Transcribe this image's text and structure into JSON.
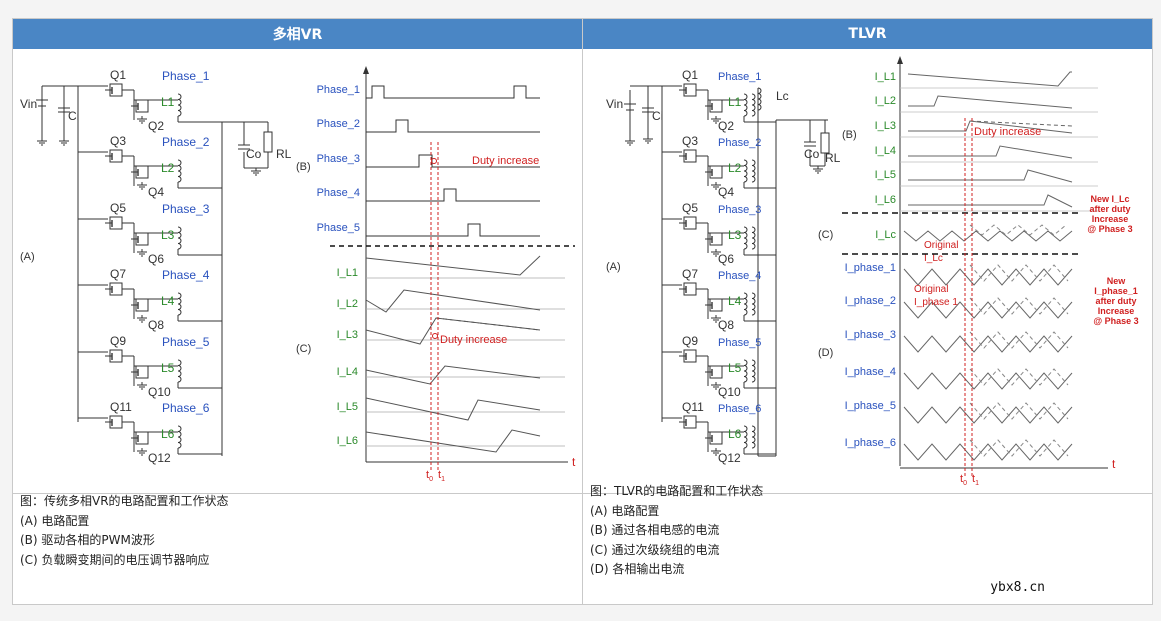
{
  "headers": {
    "left": "多相VR",
    "right": "TLVR"
  },
  "left": {
    "labels": {
      "A": "(A)",
      "B": "(B)",
      "C": "(C)",
      "vin": "Vin",
      "ci": "Ci",
      "co": "Co",
      "rl": "RL"
    },
    "phases": [
      {
        "name": "Phase_1",
        "qa": "Q1",
        "qb": "Q2",
        "l": "L1"
      },
      {
        "name": "Phase_2",
        "qa": "Q3",
        "qb": "Q4",
        "l": "L2"
      },
      {
        "name": "Phase_3",
        "qa": "Q5",
        "qb": "Q6",
        "l": "L3"
      },
      {
        "name": "Phase_4",
        "qa": "Q7",
        "qb": "Q8",
        "l": "L4"
      },
      {
        "name": "Phase_5",
        "qa": "Q9",
        "qb": "Q10",
        "l": "L5"
      },
      {
        "name": "Phase_6",
        "qa": "Q11",
        "qb": "Q12",
        "l": "L6"
      }
    ],
    "pwm": [
      "Phase_1",
      "Phase_2",
      "Phase_3",
      "Phase_4",
      "Phase_5"
    ],
    "currents": [
      "I_L1",
      "I_L2",
      "I_L3",
      "I_L4",
      "I_L5",
      "I_L6"
    ],
    "duty": "Duty increase",
    "t": "t",
    "t0": "t",
    "t0sub": "0",
    "t1": "t",
    "t1sub": "1"
  },
  "right": {
    "labels": {
      "A": "(A)",
      "B": "(B)",
      "C": "(C)",
      "D": "(D)",
      "vin": "Vin",
      "ci": "Ci",
      "co": "Co",
      "rl": "RL",
      "lc": "Lc"
    },
    "currents": [
      "I_L1",
      "I_L2",
      "I_L3",
      "I_L4",
      "I_L5",
      "I_L6"
    ],
    "ilc": "I_Lc",
    "iphase": [
      "I_phase_1",
      "I_phase_2",
      "I_phase_3",
      "I_phase_4",
      "I_phase_5",
      "I_phase_6"
    ],
    "duty": "Duty increase",
    "orig_lc": [
      "Original",
      "I_Lc"
    ],
    "orig_ph": [
      "Original",
      "I_phase 1"
    ],
    "new_lc": [
      "New I_Lc",
      "after duty",
      "Increase",
      "@ Phase 3"
    ],
    "new_ph": [
      "New",
      "I_phase_1",
      "after duty",
      "Increase",
      "@ Phase 3"
    ],
    "t": "t"
  },
  "captions": {
    "left": [
      "图：传统多相VR的电路配置和工作状态",
      "(A) 电路配置",
      "(B) 驱动各相的PWM波形",
      "(C) 负载瞬变期间的电压调节器响应"
    ],
    "right": [
      "图：TLVR的电路配置和工作状态",
      "(A) 电路配置",
      "(B) 通过各相电感的电流",
      "(C) 通过次级绕组的电流",
      "(D) 各相输出电流"
    ]
  },
  "watermark": "ybx8.cn",
  "colors": {
    "header": "#4a86c5",
    "blue": "#2a52be",
    "green": "#2b8a2b",
    "red": "#d02020"
  }
}
